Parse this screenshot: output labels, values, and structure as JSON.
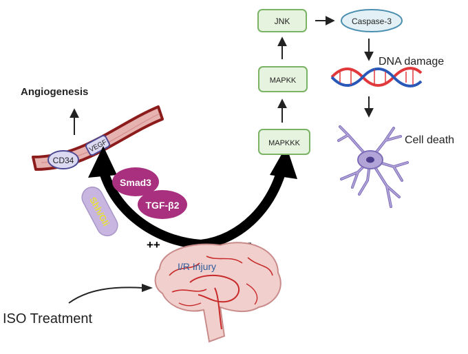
{
  "labels": {
    "angiogenesis": "Angiogenesis",
    "cd34": "CD34",
    "vegf": "VEGF",
    "smad3": "Smad3",
    "tgf": "TGF-β2",
    "shh": "Shh/Gli",
    "plus": "++",
    "minus": "−−",
    "injury": "I/R Injury",
    "iso": "ISO Treatment",
    "jnk": "JNK",
    "caspase": "Caspase-3",
    "mapkk": "MAPKK",
    "mapkkk": "MAPKKK",
    "dna": "DNA damage",
    "celldeath": "Cell death"
  },
  "colors": {
    "vessel_fill": "#e7b3b1",
    "vessel_edge": "#8c1c1c",
    "box_fill": "#e6f3df",
    "box_edge": "#79b363",
    "smad_fill": "#a8307f",
    "shh_fill": "#c8b6e0",
    "shh_text": "#e8df3a",
    "receptor_fill": "#dcd9f2",
    "receptor_edge": "#4c4a92",
    "neuron_fill": "#b3a4d8",
    "neuron_edge": "#7c6cb8",
    "dna_red": "#e0383b",
    "dna_blue": "#2a58b8",
    "brain_fill": "#f1cfcd",
    "brain_vessel": "#c82a2a",
    "injury_text": "#2e5c9c"
  },
  "icons": [
    "blood-vessel",
    "brain",
    "neuron",
    "dna-helix"
  ]
}
